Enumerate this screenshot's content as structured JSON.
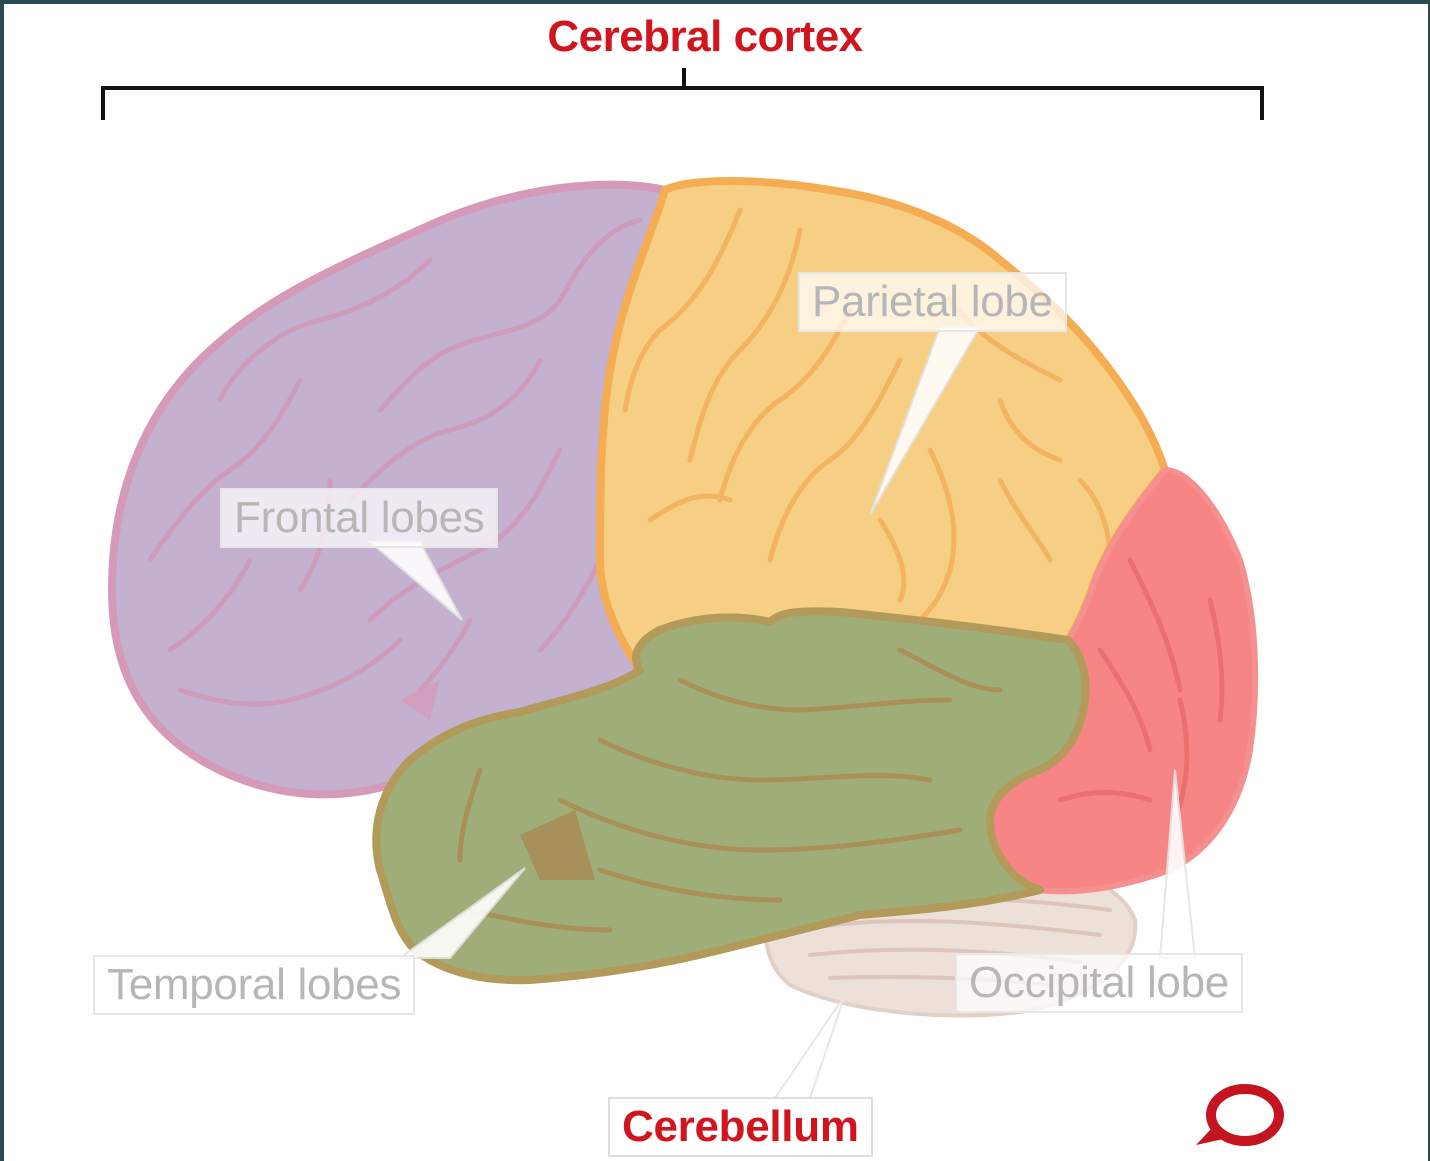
{
  "title": "Cerebral cortex",
  "labels": {
    "frontal": "Frontal lobes",
    "parietal": "Parietal lobe",
    "temporal": "Temporal lobes",
    "occipital": "Occipital lobe",
    "cerebellum": "Cerebellum"
  },
  "colors": {
    "title_red": "#d0151e",
    "frontal": "#c3b1cf",
    "frontal_outline": "#d49ab8",
    "parietal": "#f6cf84",
    "parietal_outline": "#f5ad54",
    "temporal": "#9fae78",
    "temporal_outline": "#b19a5a",
    "occipital": "#f78585",
    "cerebellum": "#ece0d8",
    "label_text": "#b6b6b6",
    "frame": "#2a4b52"
  },
  "icons": {
    "logo": "speech-bubble-logo"
  }
}
